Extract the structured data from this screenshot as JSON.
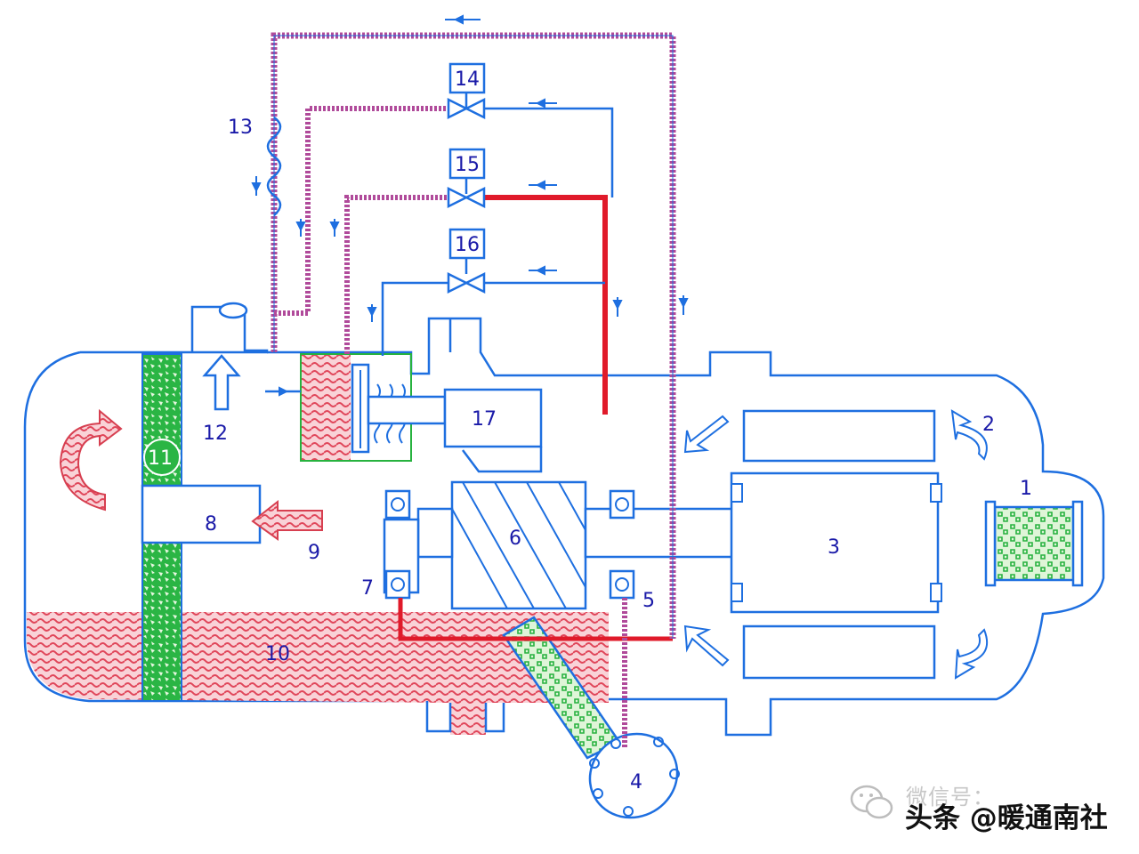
{
  "colors": {
    "outline": "#1e6fe0",
    "oil": "#e0465a",
    "oil_pale": "#f7c9cf",
    "filter": "#27b23f",
    "filter_pale": "#d8f5d4",
    "pipe_red": "#e01a2a",
    "pipe_hatch": "#b04a9a",
    "label": "#1a1aa8"
  },
  "labels": {
    "n1": "1",
    "n2": "2",
    "n3": "3",
    "n4": "4",
    "n5": "5",
    "n6": "6",
    "n7": "7",
    "n8": "8",
    "n9": "9",
    "n10": "10",
    "n11": "11",
    "n12": "12",
    "n13": "13",
    "n14": "14",
    "n15": "15",
    "n16": "16",
    "n17": "17"
  },
  "watermark": {
    "wechat_line": "微信号：",
    "toutiao_line": "头条 @暖通南社"
  },
  "icons": [
    "wechat-icon"
  ]
}
